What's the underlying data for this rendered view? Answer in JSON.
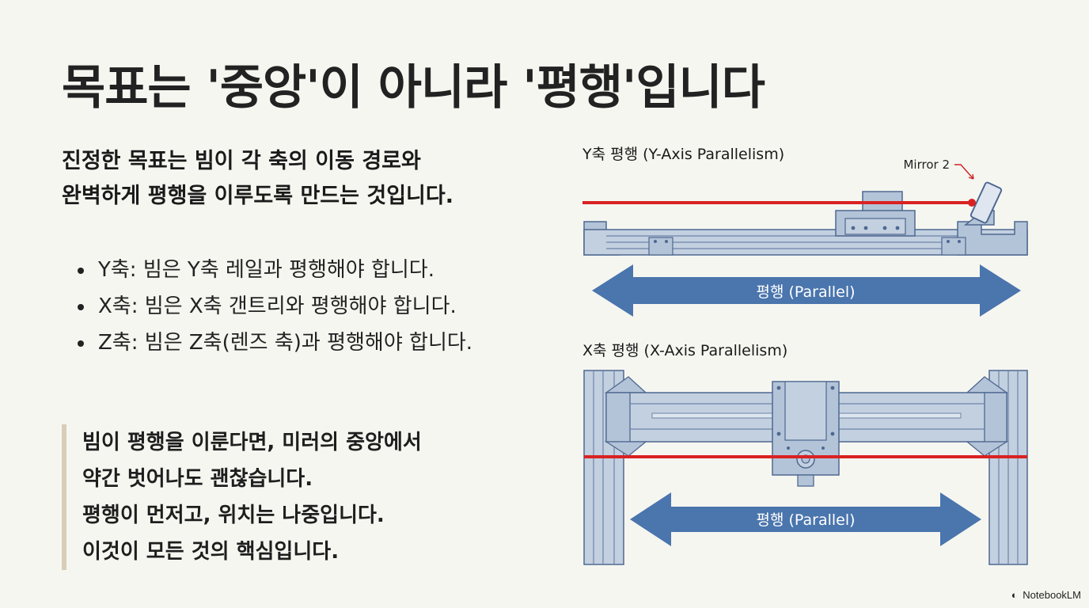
{
  "title": "목표는 '중앙'이 아니라 '평행'입니다",
  "lead": {
    "line1": "진정한 목표는 빔이 각 축의 이동 경로와",
    "line2": "완벽하게 평행을 이루도록 만드는 것입니다."
  },
  "bullets": [
    "Y축: 빔은 Y축 레일과 평행해야 합니다.",
    "X축: 빔은 X축 갠트리와 평행해야 합니다.",
    "Z축: 빔은 Z축(렌즈 축)과 평행해야 합니다."
  ],
  "quote": [
    "빔이 평행을 이룬다면, 미러의 중앙에서",
    "약간 벗어나도 괜찮습니다.",
    "평행이 먼저고, 위치는 나중입니다.",
    "이것이 모든 것의 핵심입니다."
  ],
  "diagram": {
    "y_title": "Y축 평행 (Y-Axis Parallelism)",
    "mirror_label": "Mirror 2",
    "y_arrow_label": "평행 (Parallel)",
    "x_title": "X축 평행 (X-Axis Parallelism)",
    "x_arrow_label": "평행 (Parallel)"
  },
  "colors": {
    "rail_fill": "#b4c4d8",
    "rail_stroke": "#4e6890",
    "arrow": "#4a75ad",
    "beam": "#d92222",
    "background": "#f6f6f1",
    "quote_bar": "#d8cdb8"
  },
  "brand": {
    "icon": "notebooklm-logo-icon",
    "label": "NotebookLM"
  }
}
